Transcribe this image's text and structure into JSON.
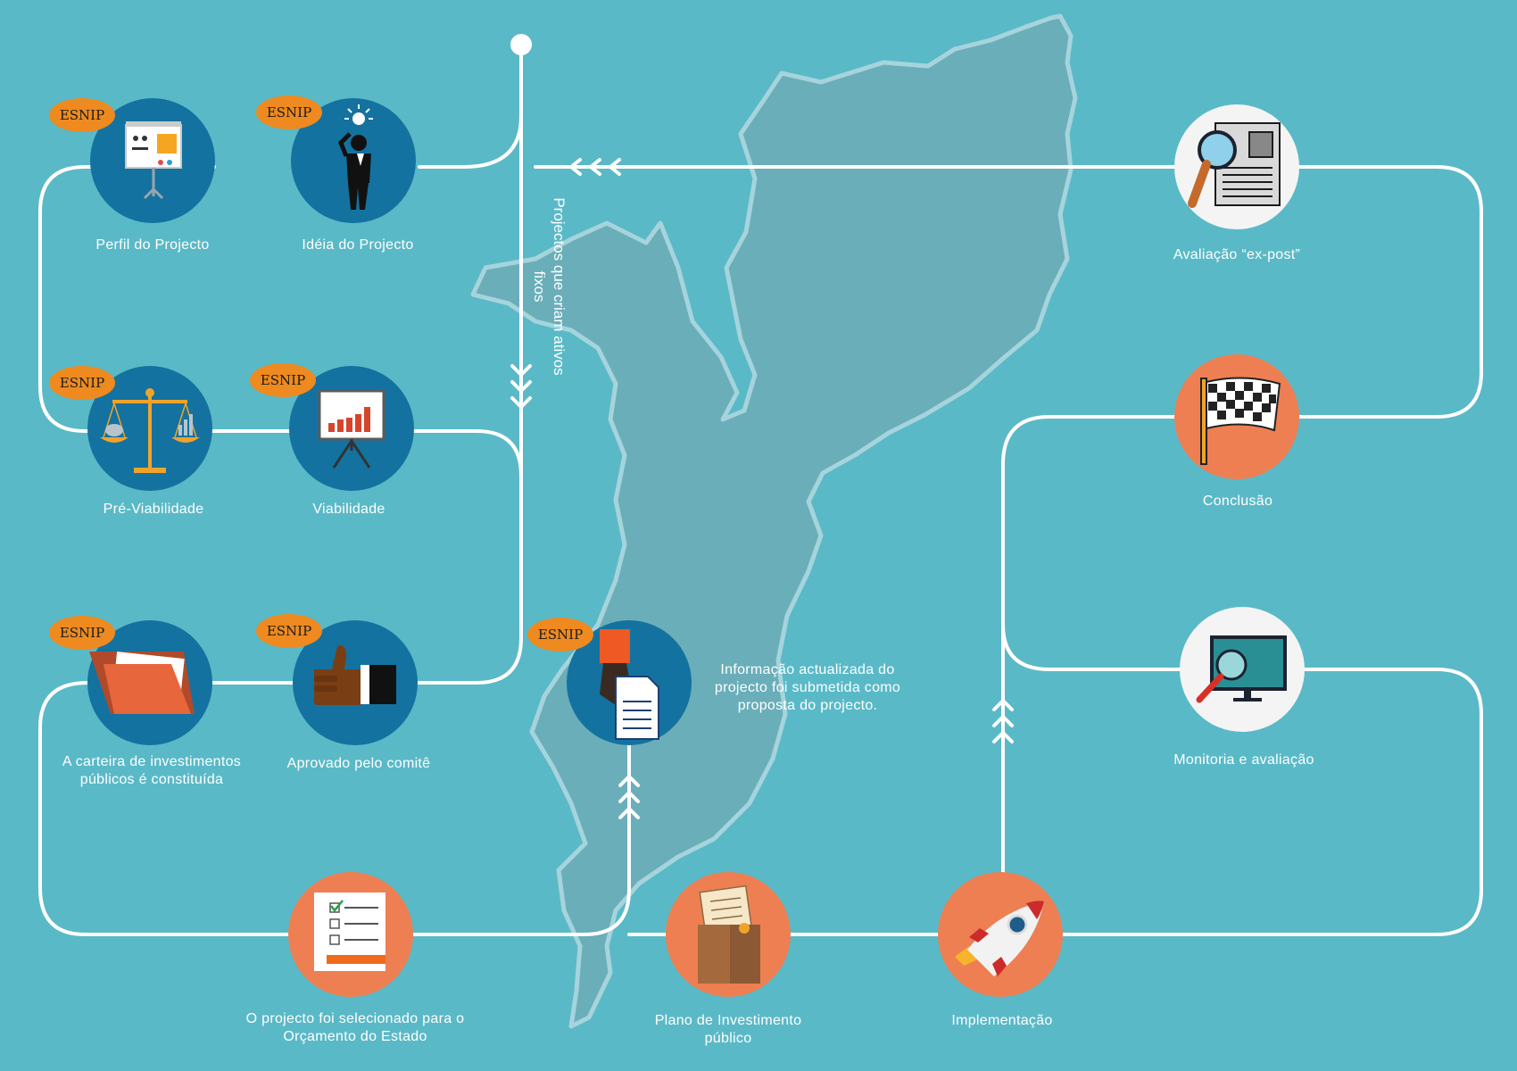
{
  "badge_label": "ESNIP",
  "colors": {
    "background": "#5ab9c7",
    "map": "#6aaeb9",
    "path_line": "#ffffff",
    "blue_circle": "#1472a0",
    "orange_circle": "#ee7f52",
    "white_circle": "#f4f4f4",
    "badge": "#ee8a1f"
  },
  "steps": [
    {
      "id": "perfil",
      "label": "Perfil do Projecto",
      "icon": "presentation-board-icon",
      "esnip": true
    },
    {
      "id": "ideia",
      "label": "Idéia do Projecto",
      "icon": "thinking-man-lightbulb-icon",
      "esnip": true
    },
    {
      "id": "previabilidade",
      "label": "Pré-Viabilidade",
      "icon": "balance-scale-icon",
      "esnip": true
    },
    {
      "id": "viabilidade",
      "label": "Viabilidade",
      "icon": "bar-chart-easel-icon",
      "esnip": true
    },
    {
      "id": "carteira",
      "label": "A carteira de investimentos públicos é constituída",
      "icon": "folder-icon",
      "esnip": true
    },
    {
      "id": "aprovado",
      "label": "Aprovado pelo comitê",
      "icon": "thumbs-up-icon",
      "esnip": true
    },
    {
      "id": "submetida",
      "label": "Informação actualizada do projecto foi submetida como proposta do projecto.",
      "icon": "hand-document-icon",
      "esnip": true
    },
    {
      "id": "selecionado",
      "label": "O projecto foi selecionado para o Orçamento do Estado",
      "icon": "checklist-icon",
      "esnip": false
    },
    {
      "id": "plano",
      "label": "Plano de Investimento público",
      "icon": "document-box-icon",
      "esnip": false
    },
    {
      "id": "implementacao",
      "label": "Implementação",
      "icon": "rocket-icon",
      "esnip": false
    },
    {
      "id": "monitoria",
      "label": "Monitoria e avaliação",
      "icon": "monitor-magnifier-icon",
      "esnip": false
    },
    {
      "id": "conclusao",
      "label": "Conclusão",
      "icon": "checkered-flag-icon",
      "esnip": false
    },
    {
      "id": "expost",
      "label": "Avaliação “ex-post”",
      "icon": "magnifier-document-icon",
      "esnip": false
    }
  ],
  "vertical_note": "Projectos que criam ativos fixos"
}
